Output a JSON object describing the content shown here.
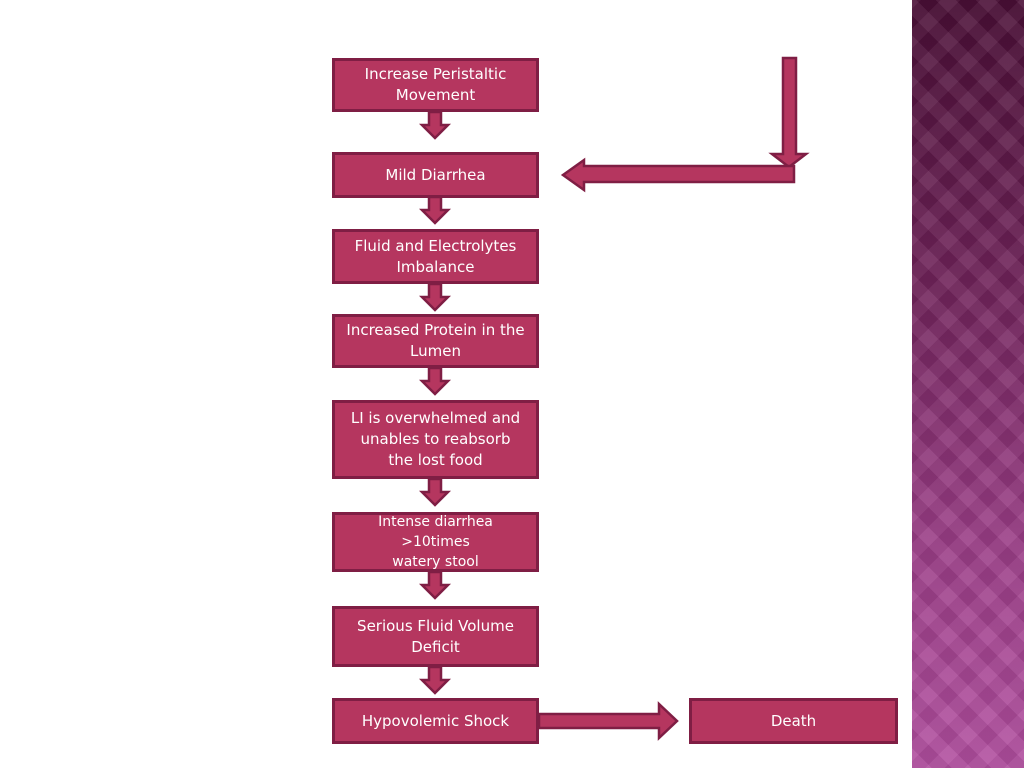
{
  "flow": {
    "nodes": [
      "Increase Peristaltic\n   Movement",
      "Mild Diarrhea",
      "Fluid and Electrolytes\n   Imbalance",
      "Increased Protein in the\n   Lumen",
      "LI is overwhelmed and\n   unables to reabsorb\n   the lost food",
      "Intense diarrhea >10times\n   watery stool",
      "Serious Fluid Volume\n   Deficit",
      "Hypovolemic Shock"
    ],
    "outcome": "Death"
  },
  "colors": {
    "box_fill": "#b5365f",
    "box_border": "#7f1e44",
    "arrow_fill": "#b5365f",
    "arrow_border": "#7f1e44",
    "side_panel": "#7a2a66"
  }
}
